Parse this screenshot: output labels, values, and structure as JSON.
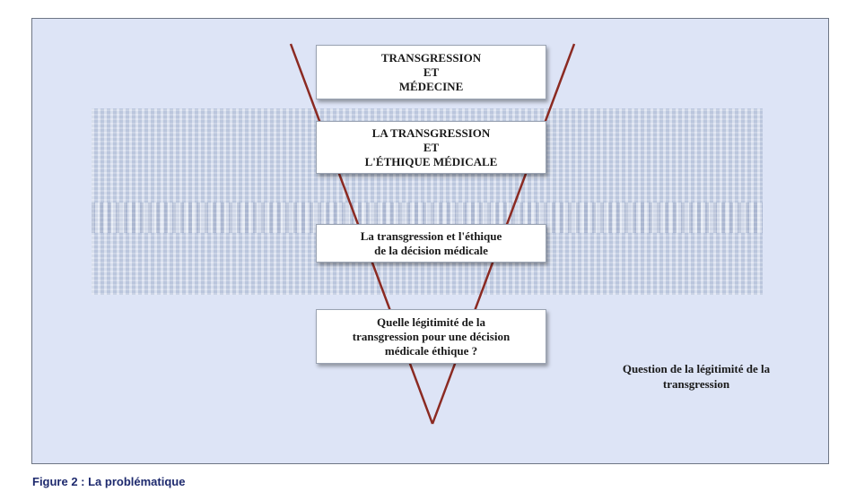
{
  "diagram": {
    "boxes": [
      {
        "lines": [
          "TRANSGRESSION",
          "ET",
          "MÉDECINE"
        ]
      },
      {
        "lines": [
          "LA TRANSGRESSION",
          "ET",
          "L'ÉTHIQUE MÉDICALE"
        ]
      },
      {
        "lines": [
          "La transgression et l'éthique",
          "de la décision médicale"
        ]
      },
      {
        "lines": [
          "Quelle légitimité de la",
          "transgression pour une décision",
          "médicale éthique ?"
        ]
      }
    ],
    "side_note": [
      "Question de la légitimité de la",
      "transgression"
    ],
    "colors": {
      "frame_background": "#dde4f6",
      "funnel_lines": "#8b2a22",
      "box_background": "#ffffff",
      "caption": "#1e2a6e"
    }
  },
  "caption": "Figure 2 : La problématique"
}
